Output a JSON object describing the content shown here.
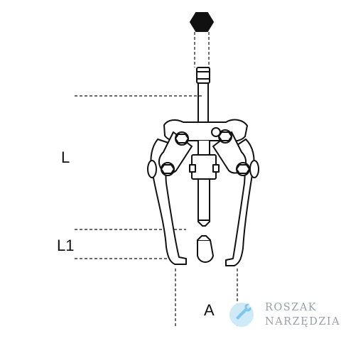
{
  "labels": {
    "L": "L",
    "L1": "L1",
    "A": "A"
  },
  "watermark": {
    "line1": "ROSZAK",
    "line2": "NARZĘDZIA",
    "icon": "wrench-icon",
    "icon_color": "#7fc8ec"
  },
  "colors": {
    "stroke": "#111111",
    "background": "#ffffff"
  }
}
